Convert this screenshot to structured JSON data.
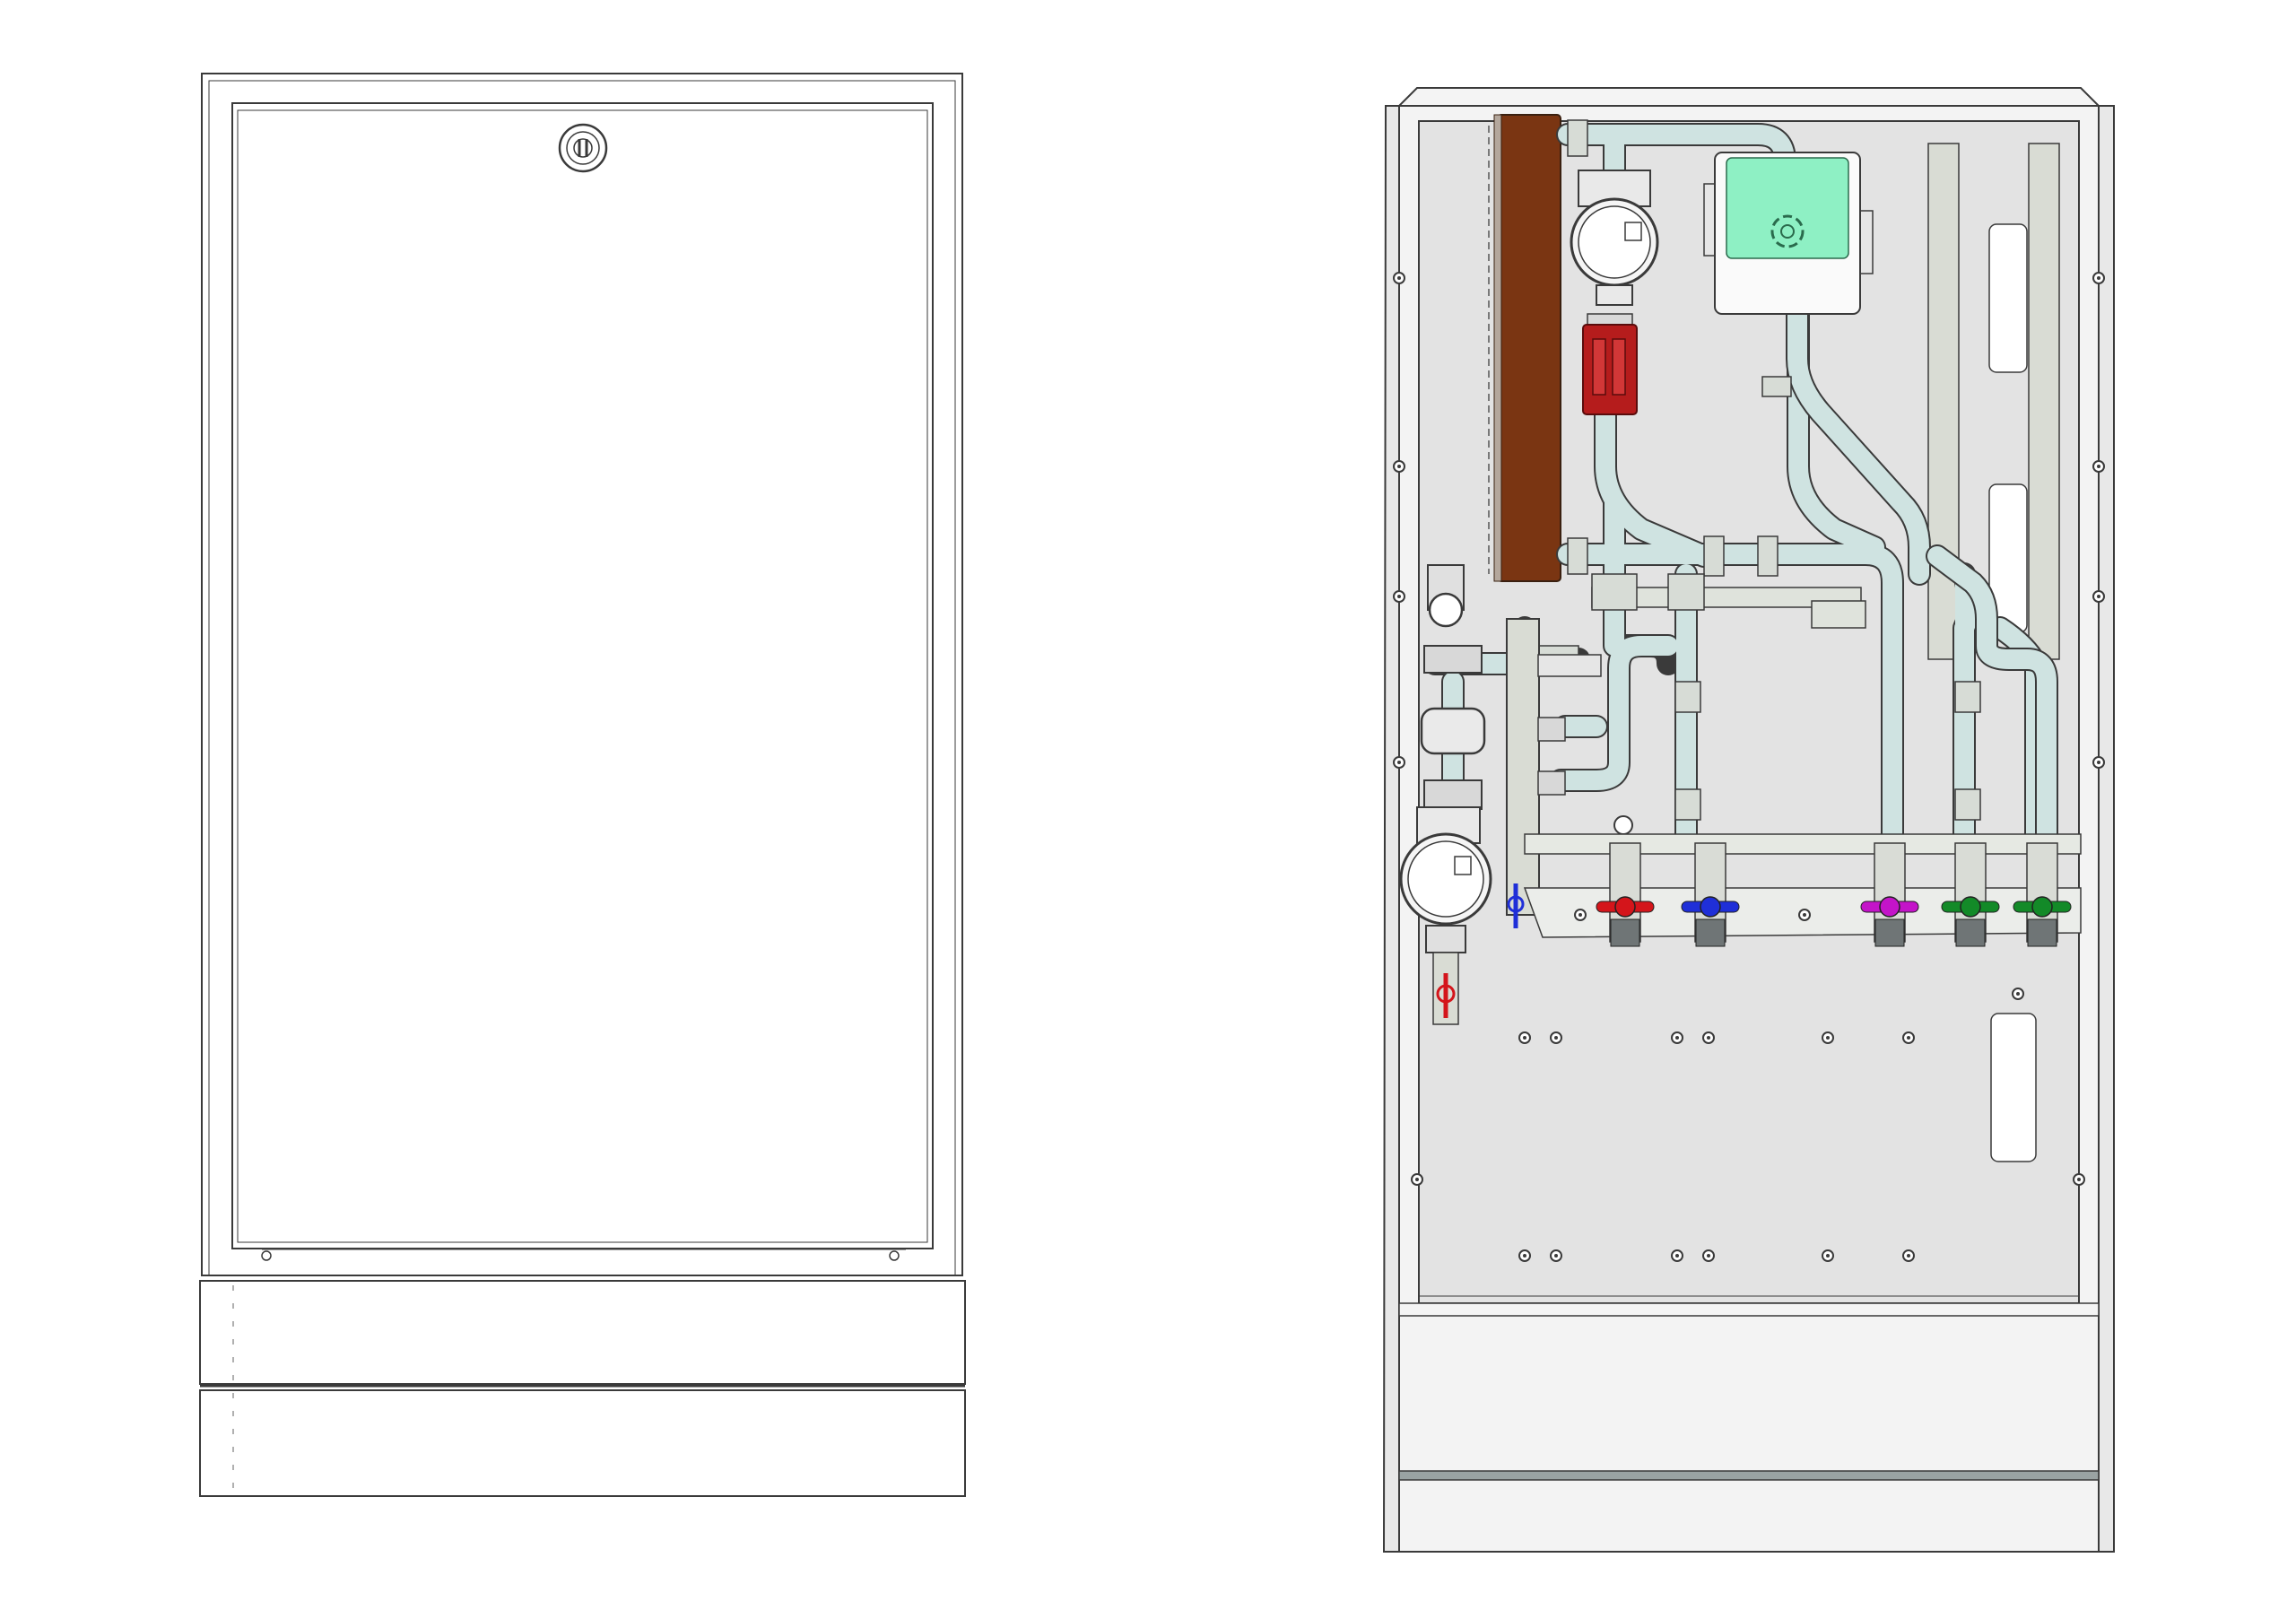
{
  "figure": {
    "views": [
      {
        "name": "closed-cabinet-front-view"
      },
      {
        "name": "open-cabinet-hydraulic-module-view"
      }
    ],
    "colors": {
      "outline": "#3a3a3a",
      "back_panel": "#e3e3e3",
      "frame": "#f2f2f2",
      "pipe": "#cfe3e1",
      "heat_exchanger": "#7a3512",
      "red_module": "#b51c1c",
      "controller": "#8ef0c4",
      "valve_red": "#d4151b",
      "valve_blue": "#1f2fd8",
      "valve_magenta": "#c414c9",
      "valve_green": "#138a28"
    },
    "valve_handles": [
      "valve_red",
      "valve_blue",
      "valve_magenta",
      "valve_green",
      "valve_green"
    ]
  }
}
